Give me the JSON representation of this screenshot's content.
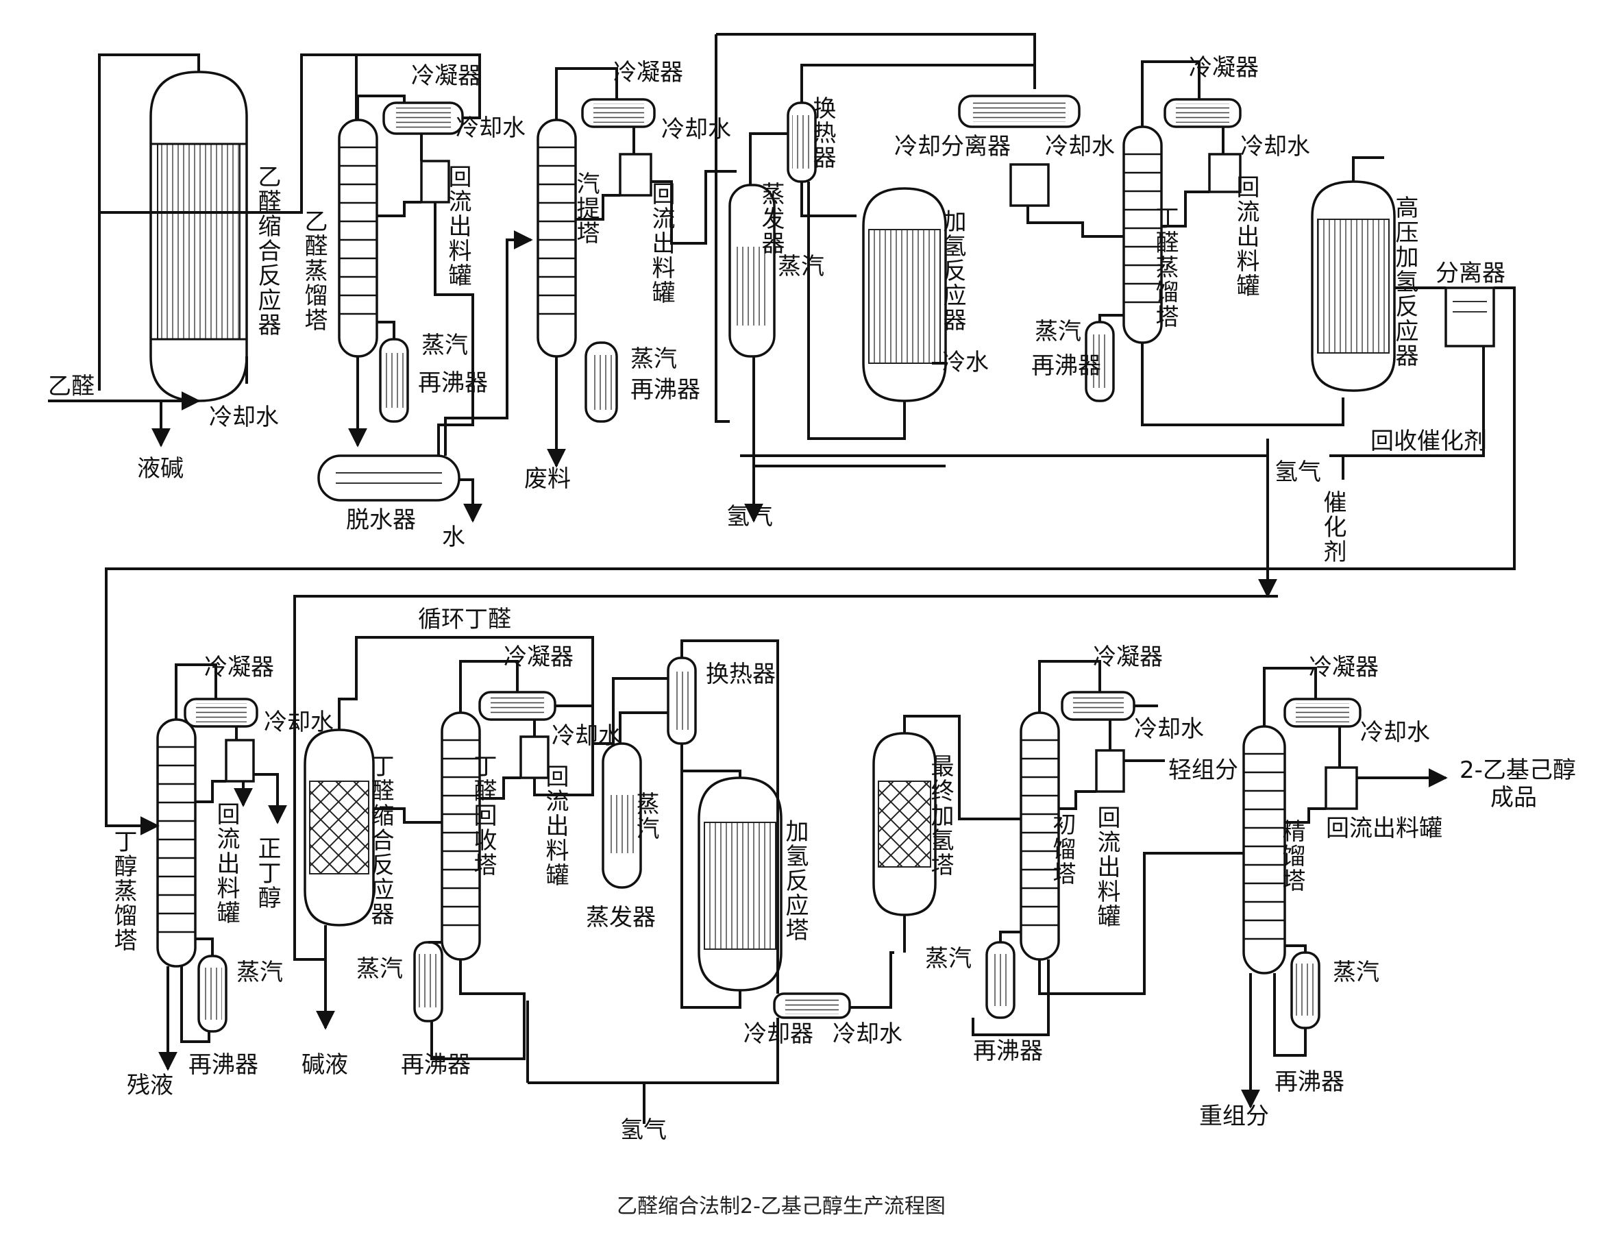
{
  "caption": "乙醛缩合法制2-乙基己醇生产流程图",
  "labels": {
    "yiquan": "乙醛",
    "yejian": "液碱",
    "lengque_shui_1": "冷却水",
    "yq_reactor": "乙醛缩合反应器",
    "yq_column": "乙醛蒸馏塔",
    "lengning_1": "冷凝器",
    "lengque_1": "冷却水",
    "huiliu_1": "回流出料罐",
    "zhengqi_1": "蒸汽",
    "feidian_1": "再沸器",
    "tuoshui": "脱水器",
    "shui": "水",
    "lengning_2": "冷凝器",
    "lengque_2": "冷却水",
    "qiti_column": "汽提塔",
    "huiliu_2": "回流出料罐",
    "zhengqi_2": "蒸汽",
    "feidian_2": "再沸器",
    "feiliao": "废料",
    "huanre_1": "换热器",
    "zhengfa_1": "蒸发器",
    "zhengqi_3": "蒸汽",
    "qingqi_1": "氢气",
    "jiaqing_reactor_1": "加氢反应器",
    "lengshui": "冷水",
    "lengque_fenli": "冷却分离器",
    "lengque_3": "冷却水",
    "lengning_3": "冷凝器",
    "lengque_4": "冷却水",
    "dingquan_column": "丁醛蒸馏塔",
    "huiliu_3": "回流出料罐",
    "zhengqi_4": "蒸汽",
    "feidian_3": "再沸器",
    "gaoya_reactor": "高压加氢反应器",
    "fenliqi": "分离器",
    "huishou_cuihuaji": "回收催化剂",
    "qingqi_2": "氢气",
    "cuihuaji": "催化剂",
    "lengning_4": "冷凝器",
    "lengque_5": "冷却水",
    "dingchun_column": "丁醇蒸馏塔",
    "huiliu_4": "回流出料罐",
    "zhengdingchun": "正丁醇",
    "zhengqi_5": "蒸汽",
    "feidian_4": "再沸器",
    "canye": "残液",
    "xunhuan_dingquan": "循环丁醛",
    "dingquan_reactor": "丁醛缩合反应器",
    "jianye": "碱液",
    "lengning_5": "冷凝器",
    "lengque_6": "冷却水",
    "dingquan_huishou": "丁醛回收塔",
    "huiliu_5": "回流出料罐",
    "zhengqi_6": "蒸汽",
    "feidian_5": "再沸器",
    "zhengfa_2": "蒸发器",
    "zhengqi_7": "蒸汽",
    "huanre_2": "换热器",
    "jiaqing_ta": "加氢反应塔",
    "lengqueqi": "冷却器",
    "lengque_7": "冷却水",
    "qingqi_3": "氢气",
    "zuizhong": "最终加氢塔",
    "lengning_6": "冷凝器",
    "lengque_8": "冷却水",
    "qingzufen": "轻组分",
    "chuliu": "初馏塔",
    "huiliu_6": "回流出料罐",
    "zhengqi_8": "蒸汽",
    "feidian_6": "再沸器",
    "lengning_7": "冷凝器",
    "lengque_9": "冷却水",
    "jingliu": "精馏塔",
    "huiliu_7": "回流出料罐",
    "product_1": "2-乙基己醇",
    "product_2": "成品",
    "zhengqi_9": "蒸汽",
    "feidian_7": "再沸器",
    "zhongzufen": "重组分"
  }
}
